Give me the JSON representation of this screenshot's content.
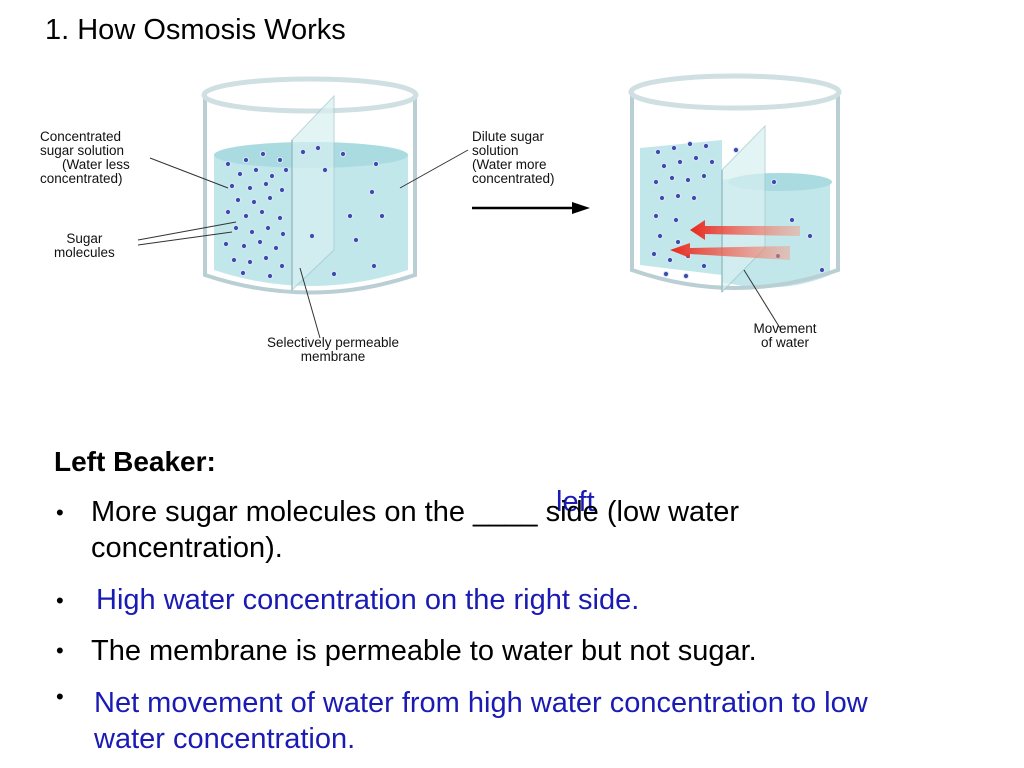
{
  "title": "1.  How Osmosis Works",
  "diagram": {
    "labels": {
      "concentrated": [
        "Concentrated",
        "sugar solution",
        "(Water less",
        "concentrated)"
      ],
      "sugar_molecules": [
        "Sugar",
        "molecules"
      ],
      "membrane": [
        "Selectively permeable",
        "membrane"
      ],
      "dilute": [
        "Dilute sugar",
        "solution",
        "(Water more",
        "concentrated)"
      ],
      "movement": [
        "Movement",
        "of water"
      ]
    },
    "colors": {
      "water": "#bfe6ea",
      "molecule": "#3b4fa8",
      "arrow_red": "#e8281e"
    }
  },
  "section": {
    "heading": "Left Beaker:",
    "bullet_char": "•",
    "b1_text": "More sugar molecules on the ____ side (low water",
    "b1_text2": "concentration).",
    "b1_fill": "left",
    "b2_text": "High water concentration on the right side.",
    "b3_text": "The membrane is permeable to water but not sugar.",
    "b4_text": "Net movement of water from high water concentration to low",
    "b4_text2": "water concentration."
  }
}
